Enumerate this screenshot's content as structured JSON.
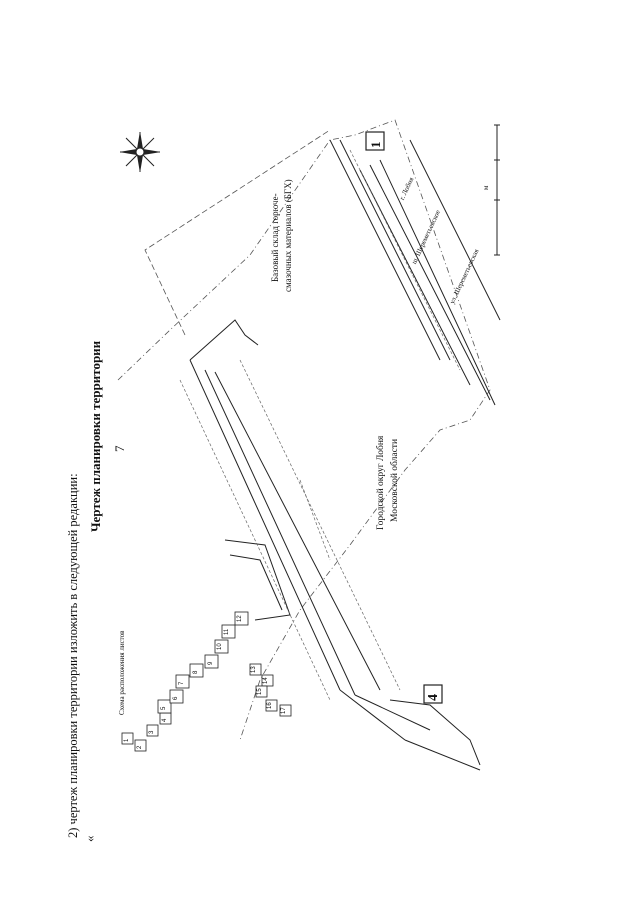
{
  "page_number": "7",
  "intro_text": "2) чертеж планировки территории изложить в следующей редакции:",
  "quote_mark": "«",
  "drawing_title": "Чертеж планировки территории",
  "legend_title": "Схема расположения листов",
  "sheet_numbers": [
    "1",
    "2",
    "3",
    "4",
    "5",
    "6",
    "7",
    "8",
    "9",
    "10",
    "11",
    "12",
    "13",
    "14",
    "15",
    "16",
    "17"
  ],
  "area_label_1": "Городской округ Лобня",
  "area_label_2": "Московской области",
  "warehouse_label_1": "Базовый склад горюче-",
  "warehouse_label_2": "смазочных материалов (БГХ)",
  "sheet_marker_1": "1",
  "sheet_marker_4": "4",
  "road_label_1": "г. Лобня",
  "road_label_2": "ш. Шереметьевское",
  "road_label_3": "ул. Шереметьевская",
  "scale_label": "м",
  "colors": {
    "line": "#222222",
    "dashed": "#555555",
    "paper": "#ffffff"
  }
}
